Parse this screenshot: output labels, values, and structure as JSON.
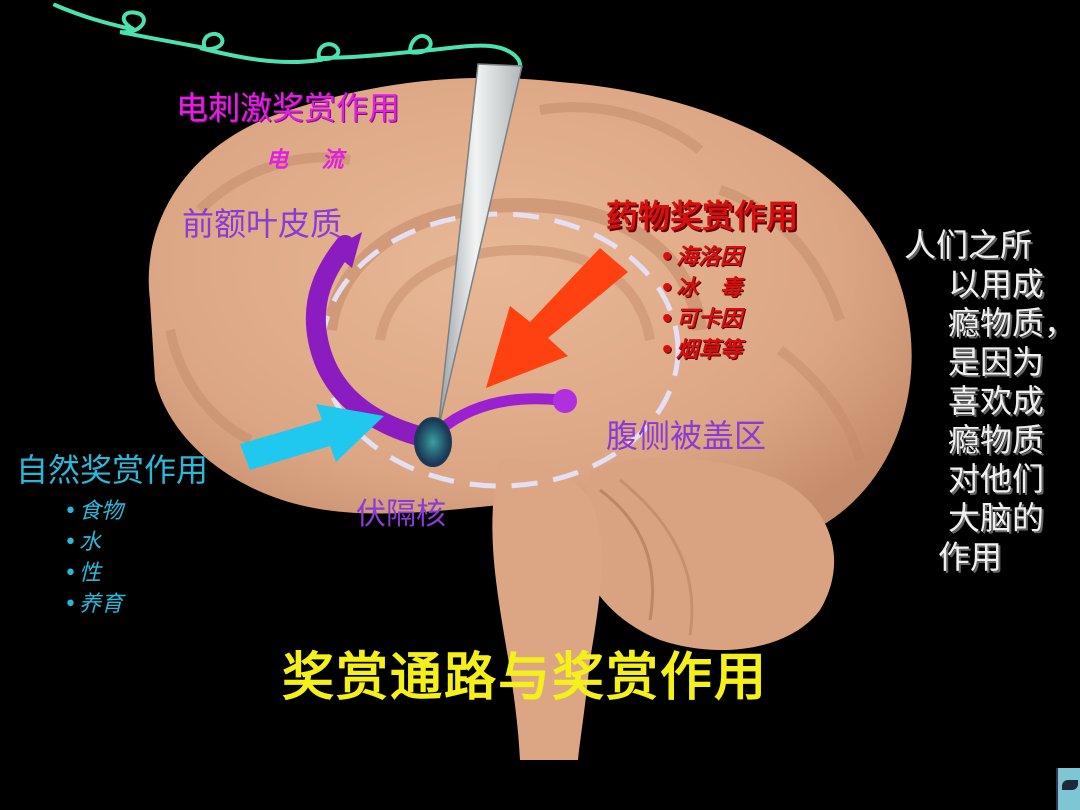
{
  "slide": {
    "title": "奖赏通路与奖赏作用",
    "colors": {
      "background": "#000000",
      "brain": "#e2aa88",
      "pathway_purple": "#8a1cc0",
      "electric_label": "#e020e0",
      "region_label": "#8a3ad6",
      "drug_label": "#d41010",
      "natural_label": "#2bb8d8",
      "side_note": "#f0f0f0",
      "title": "#f4f01a",
      "wire": "#4de0b0",
      "drug_arrow": "#ff4010",
      "natural_arrow": "#20c8f0"
    }
  },
  "electrical_stimulation": {
    "title": "电刺激奖赏作用",
    "subtitle": "电 流"
  },
  "regions": {
    "prefrontal_cortex": "前额叶皮质",
    "ventral_tegmental_area": "腹侧被盖区",
    "nucleus_accumbens": "伏隔核"
  },
  "drug_reward": {
    "title": "药物奖赏作用",
    "items": [
      "海洛因",
      "冰　毒",
      "可卡因",
      "烟草等"
    ]
  },
  "natural_reward": {
    "title": "自然奖赏作用",
    "items": [
      "食物",
      "水",
      "性",
      "养育"
    ]
  },
  "side_note": {
    "lines": [
      "人们之所",
      "以用成",
      "瘾物质，",
      "是因为",
      "喜欢成",
      "瘾物质",
      "对他们",
      "大脑的",
      "作用"
    ]
  },
  "icons": {
    "electrode": "electrode-needle-icon",
    "wire": "coiled-wire-icon",
    "drug_arrow": "red-arrow-icon",
    "natural_arrow": "blue-arrow-icon",
    "pathway": "dopamine-pathway-icon",
    "corner": "slide-logo-icon"
  }
}
